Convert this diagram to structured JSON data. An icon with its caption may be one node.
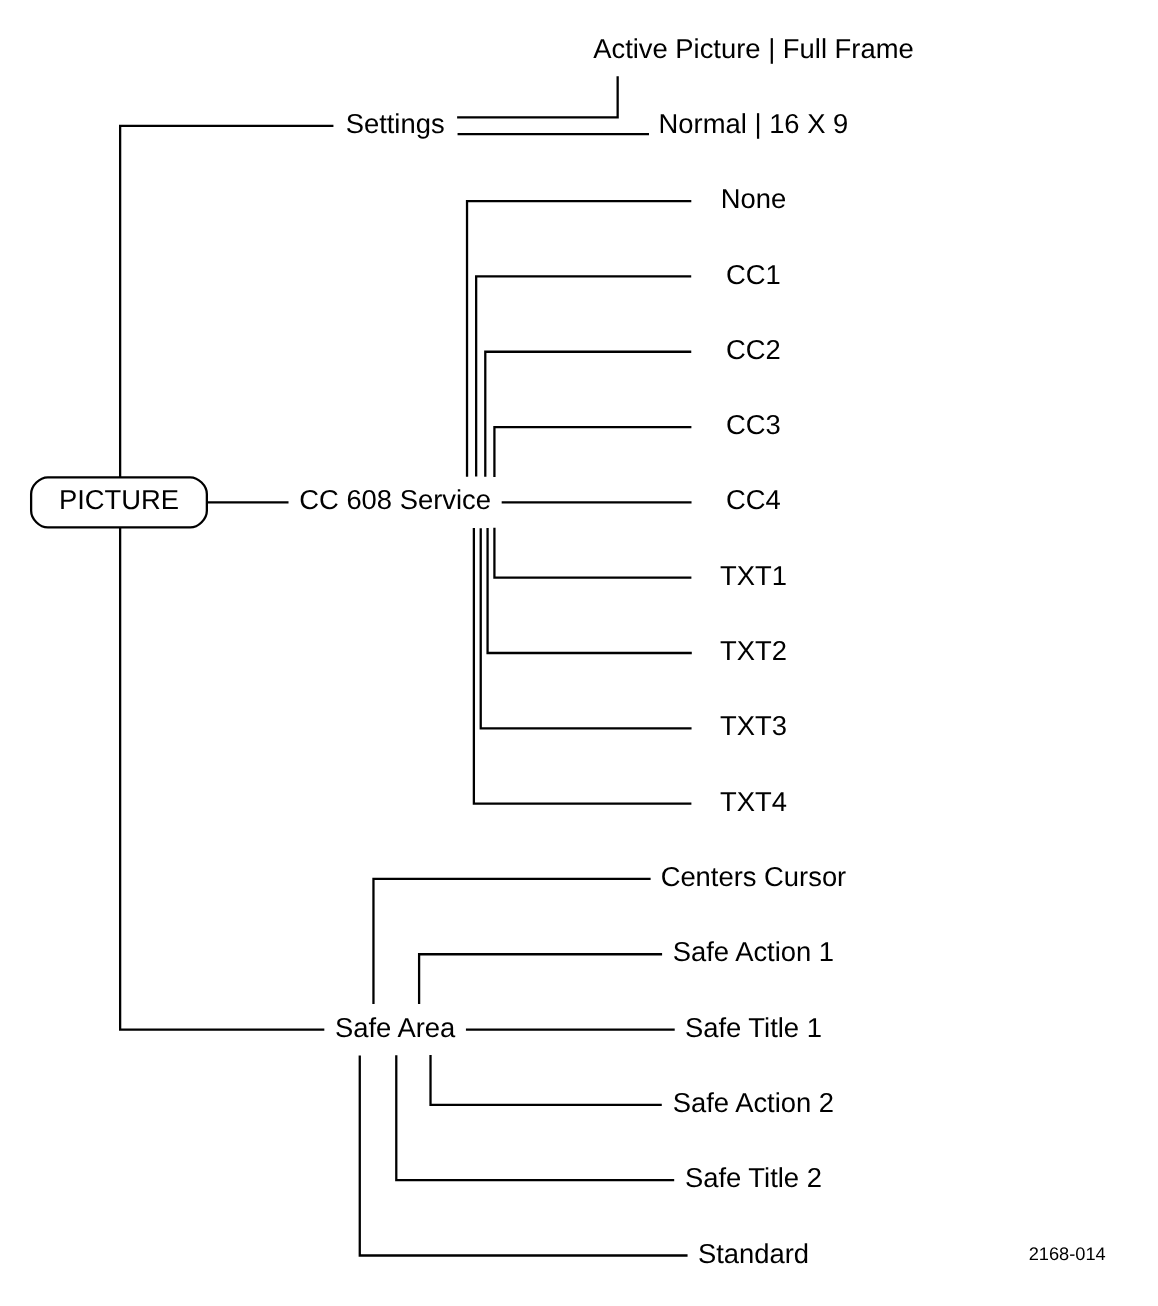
{
  "diagram": {
    "nodes": [
      {
        "text": [
          "PICTURE"
        ]
      },
      {
        "text": [
          "Settings"
        ]
      },
      {
        "text": [
          "Active Picture | Full Frame"
        ]
      },
      {
        "text": [
          "Normal | 16 X 9"
        ]
      },
      {
        "text": [
          "CC 608 Service"
        ]
      },
      {
        "text": [
          "None"
        ]
      },
      {
        "text": [
          "CC1"
        ]
      },
      {
        "text": [
          "CC2"
        ]
      },
      {
        "text": [
          "CC3"
        ]
      },
      {
        "text": [
          "CC4"
        ]
      },
      {
        "text": [
          "TXT1"
        ]
      },
      {
        "text": [
          "TXT2"
        ]
      },
      {
        "text": [
          "TXT3"
        ]
      },
      {
        "text": [
          "TXT4"
        ]
      },
      {
        "text": [
          "Safe Area"
        ]
      },
      {
        "text": [
          "Centers Cursor"
        ]
      },
      {
        "text": [
          "Safe Action 1"
        ]
      },
      {
        "text": [
          "Safe Title 1"
        ]
      },
      {
        "text": [
          "Safe Action 2"
        ]
      },
      {
        "text": [
          "Safe Title 2"
        ]
      },
      {
        "text": [
          "Standard"
        ]
      }
    ],
    "edges": [
      {
        "from": 0,
        "to": 1,
        "arrow": "none"
      },
      {
        "from": 1,
        "to": 2,
        "arrow": "none"
      },
      {
        "from": 1,
        "to": 3,
        "arrow": "none"
      },
      {
        "from": 0,
        "to": 4,
        "arrow": "none"
      },
      {
        "from": 4,
        "to": 5,
        "arrow": "none"
      },
      {
        "from": 4,
        "to": 6,
        "arrow": "none"
      },
      {
        "from": 4,
        "to": 7,
        "arrow": "none"
      },
      {
        "from": 4,
        "to": 8,
        "arrow": "none"
      },
      {
        "from": 4,
        "to": 9,
        "arrow": "none"
      },
      {
        "from": 4,
        "to": 10,
        "arrow": "none"
      },
      {
        "from": 4,
        "to": 11,
        "arrow": "none"
      },
      {
        "from": 4,
        "to": 12,
        "arrow": "none"
      },
      {
        "from": 4,
        "to": 13,
        "arrow": "none"
      },
      {
        "from": 0,
        "to": 14,
        "arrow": "none"
      },
      {
        "from": 14,
        "to": 15,
        "arrow": "none"
      },
      {
        "from": 14,
        "to": 16,
        "arrow": "none"
      },
      {
        "from": 14,
        "to": 17,
        "arrow": "none"
      },
      {
        "from": 14,
        "to": 18,
        "arrow": "none"
      },
      {
        "from": 14,
        "to": 19,
        "arrow": "none"
      },
      {
        "from": 14,
        "to": 20,
        "arrow": "none"
      }
    ],
    "labels": [
      "2168-014"
    ]
  }
}
